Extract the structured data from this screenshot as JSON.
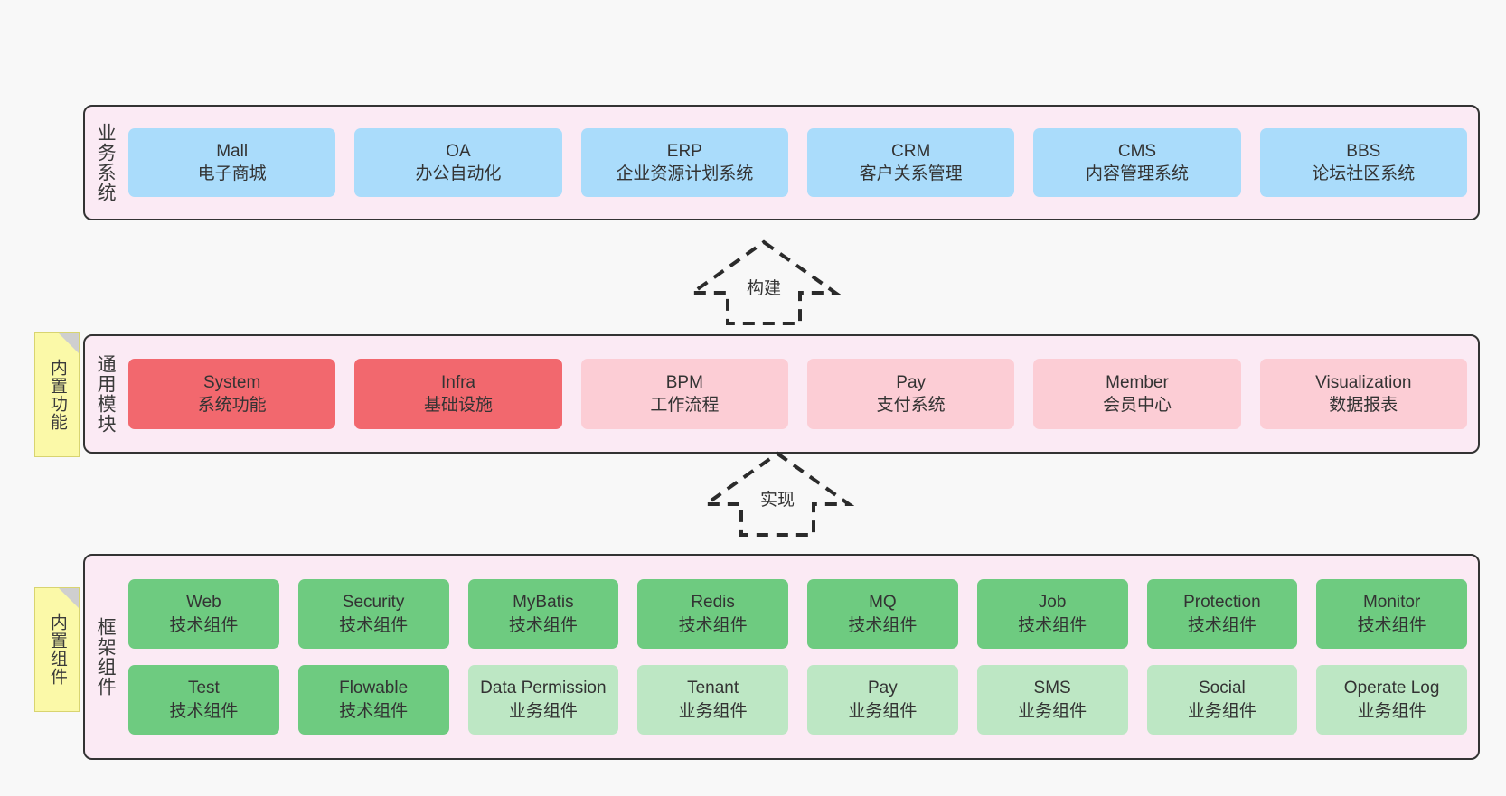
{
  "diagram": {
    "title_hidden": "",
    "colors": {
      "canvas_bg": "#f8f8f8",
      "layer_bg": "#fbeaf4",
      "layer_border": "#333333",
      "business_box": "#aadcfb",
      "module_core_box": "#f2686e",
      "module_box": "#fccdd5",
      "tech_component_box": "#6ecb80",
      "business_component_box": "#bde7c4",
      "sticky_note": "#fbf9a8",
      "sticky_fold": "#cfcfcf"
    }
  },
  "layers": {
    "business": {
      "title": "业务系统",
      "items": [
        {
          "en": "Mall",
          "cn": "电子商城"
        },
        {
          "en": "OA",
          "cn": "办公自动化"
        },
        {
          "en": "ERP",
          "cn": "企业资源计划系统"
        },
        {
          "en": "CRM",
          "cn": "客户关系管理"
        },
        {
          "en": "CMS",
          "cn": "内容管理系统"
        },
        {
          "en": "BBS",
          "cn": "论坛社区系统"
        }
      ]
    },
    "module": {
      "title": "通用模块",
      "note": "内置功能",
      "items": [
        {
          "en": "System",
          "cn": "系统功能",
          "style": "core"
        },
        {
          "en": "Infra",
          "cn": "基础设施",
          "style": "core"
        },
        {
          "en": "BPM",
          "cn": "工作流程",
          "style": "normal"
        },
        {
          "en": "Pay",
          "cn": "支付系统",
          "style": "normal"
        },
        {
          "en": "Member",
          "cn": "会员中心",
          "style": "normal"
        },
        {
          "en": "Visualization",
          "cn": "数据报表",
          "style": "normal"
        }
      ]
    },
    "framework": {
      "title": "框架组件",
      "note": "内置组件",
      "row1": [
        {
          "en": "Web",
          "cn": "技术组件",
          "style": "tech"
        },
        {
          "en": "Security",
          "cn": "技术组件",
          "style": "tech"
        },
        {
          "en": "MyBatis",
          "cn": "技术组件",
          "style": "tech"
        },
        {
          "en": "Redis",
          "cn": "技术组件",
          "style": "tech"
        },
        {
          "en": "MQ",
          "cn": "技术组件",
          "style": "tech"
        },
        {
          "en": "Job",
          "cn": "技术组件",
          "style": "tech"
        },
        {
          "en": "Protection",
          "cn": "技术组件",
          "style": "tech"
        },
        {
          "en": "Monitor",
          "cn": "技术组件",
          "style": "tech"
        }
      ],
      "row2": [
        {
          "en": "Test",
          "cn": "技术组件",
          "style": "tech"
        },
        {
          "en": "Flowable",
          "cn": "技术组件",
          "style": "tech"
        },
        {
          "en": "Data Permission",
          "cn": "业务组件",
          "style": "business"
        },
        {
          "en": "Tenant",
          "cn": "业务组件",
          "style": "business"
        },
        {
          "en": "Pay",
          "cn": "业务组件",
          "style": "business"
        },
        {
          "en": "SMS",
          "cn": "业务组件",
          "style": "business"
        },
        {
          "en": "Social",
          "cn": "业务组件",
          "style": "business"
        },
        {
          "en": "Operate Log",
          "cn": "业务组件",
          "style": "business"
        }
      ]
    }
  },
  "connectors": [
    {
      "label": "构建",
      "direction": "up",
      "style": "dashed-hollow-arrow"
    },
    {
      "label": "实现",
      "direction": "up",
      "style": "dashed-hollow-arrow"
    }
  ]
}
